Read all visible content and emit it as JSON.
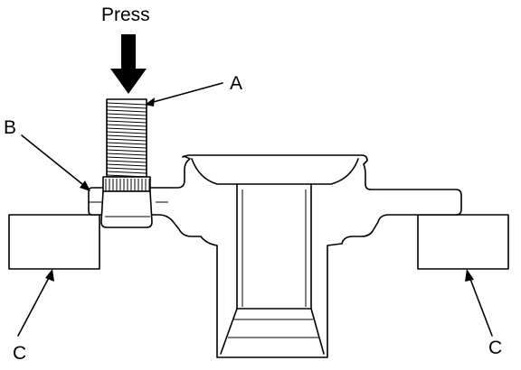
{
  "labels": {
    "press": "Press",
    "stud": "A",
    "hub": "B",
    "support_left": "C",
    "support_right": "C"
  },
  "icons": {
    "press_arrow": "arrow-down-icon"
  },
  "colors": {
    "line": "#000000",
    "background": "#ffffff"
  }
}
